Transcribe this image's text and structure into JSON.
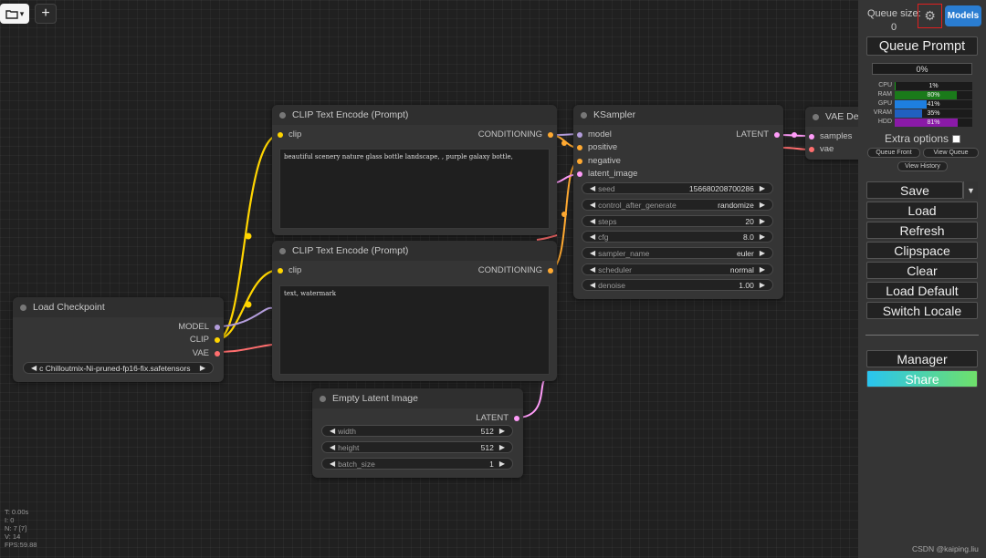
{
  "toolbar": {
    "folder_icon": "folder-icon",
    "folder_caret": "▾",
    "add_label": "+"
  },
  "nodes": {
    "clip_encode_pos": {
      "title": "CLIP Text Encode (Prompt)",
      "input": "clip",
      "output": "CONDITIONING",
      "text": "beautiful scenery nature glass bottle landscape, , purple galaxy bottle,"
    },
    "clip_encode_neg": {
      "title": "CLIP Text Encode (Prompt)",
      "input": "clip",
      "output": "CONDITIONING",
      "text": "text, watermark"
    },
    "ksampler": {
      "title": "KSampler",
      "inputs": [
        "model",
        "positive",
        "negative",
        "latent_image"
      ],
      "output": "LATENT",
      "widgets": [
        {
          "name": "seed",
          "value": "156680208700286"
        },
        {
          "name": "control_after_generate",
          "value": "randomize"
        },
        {
          "name": "steps",
          "value": "20"
        },
        {
          "name": "cfg",
          "value": "8.0"
        },
        {
          "name": "sampler_name",
          "value": "euler"
        },
        {
          "name": "scheduler",
          "value": "normal"
        },
        {
          "name": "denoise",
          "value": "1.00"
        }
      ]
    },
    "vae_decode": {
      "title": "VAE Dec",
      "inputs": [
        "samples",
        "vae"
      ]
    },
    "load_checkpoint": {
      "title": "Load Checkpoint",
      "outputs": [
        "MODEL",
        "CLIP",
        "VAE"
      ],
      "ckpt_value": "c Chilloutmix-Ni-pruned-fp16-fix.safetensors"
    },
    "empty_latent": {
      "title": "Empty Latent Image",
      "output": "LATENT",
      "widgets": [
        {
          "name": "width",
          "value": "512"
        },
        {
          "name": "height",
          "value": "512"
        },
        {
          "name": "batch_size",
          "value": "1"
        }
      ]
    }
  },
  "stats": [
    "T: 0.00s",
    "I: 0",
    "N: 7 [7]",
    "V: 14",
    "FPS:59.88"
  ],
  "watermark": "CSDN @kaiping.liu",
  "panel": {
    "queue_size_label": "Queue size:",
    "queue_size_value": "0",
    "gear_icon": "gear-icon",
    "models_label": "Models",
    "queue_prompt": "Queue Prompt",
    "progress": "0%",
    "resources": [
      {
        "label": "CPU",
        "value": "1%",
        "pct": 1,
        "color": "#1a9a1a"
      },
      {
        "label": "RAM",
        "value": "80%",
        "pct": 80,
        "color": "#1a7a1a"
      },
      {
        "label": "GPU",
        "value": "41%",
        "pct": 41,
        "color": "#1e7fe0"
      },
      {
        "label": "VRAM",
        "value": "35%",
        "pct": 35,
        "color": "#2060c0"
      },
      {
        "label": "HDD",
        "value": "81%",
        "pct": 81,
        "color": "#8a1aa8"
      }
    ],
    "extra_options": "Extra options",
    "queue_front": "Queue Front",
    "view_queue": "View Queue",
    "view_history": "View History",
    "save": "Save",
    "save_caret": "▼",
    "load": "Load",
    "refresh": "Refresh",
    "clipspace": "Clipspace",
    "clear": "Clear",
    "load_default": "Load Default",
    "switch_locale": "Switch Locale",
    "manager": "Manager",
    "share": "Share"
  }
}
